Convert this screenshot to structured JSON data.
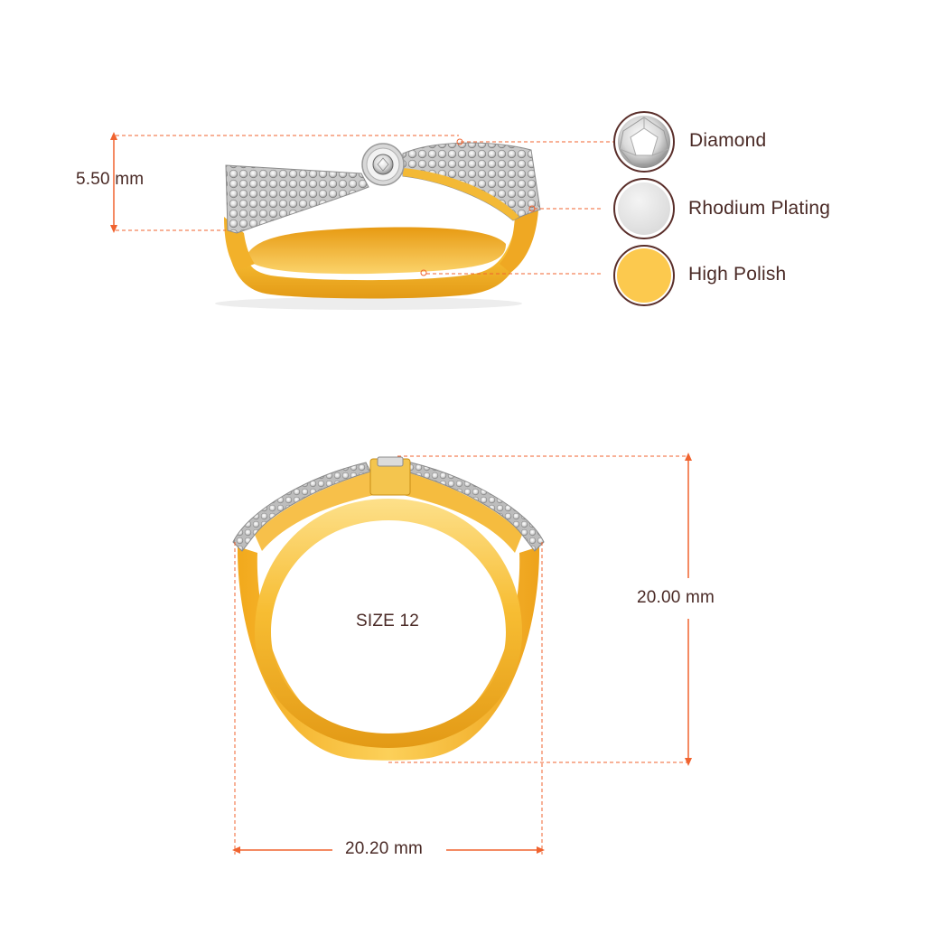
{
  "legend": {
    "items": [
      {
        "label": "Diamond",
        "icon": "diamond-swatch-icon",
        "color": "#e8e8e8"
      },
      {
        "label": "Rhodium Plating",
        "icon": "rhodium-swatch-icon",
        "color": "#e6e6e6"
      },
      {
        "label": "High Polish",
        "icon": "gold-swatch-icon",
        "color": "#fcc94e"
      }
    ]
  },
  "dimensions": {
    "height_top": "5.50 mm",
    "height_front": "20.00 mm",
    "width_front": "20.20 mm"
  },
  "ring_size": "SIZE 12",
  "colors": {
    "dimension_line": "#f0632f",
    "text": "#4a2a26",
    "gold": "#f5b52a",
    "gold_light": "#fcd15e",
    "gold_dark": "#d98e10",
    "swatch_border": "#5a2e2a"
  }
}
